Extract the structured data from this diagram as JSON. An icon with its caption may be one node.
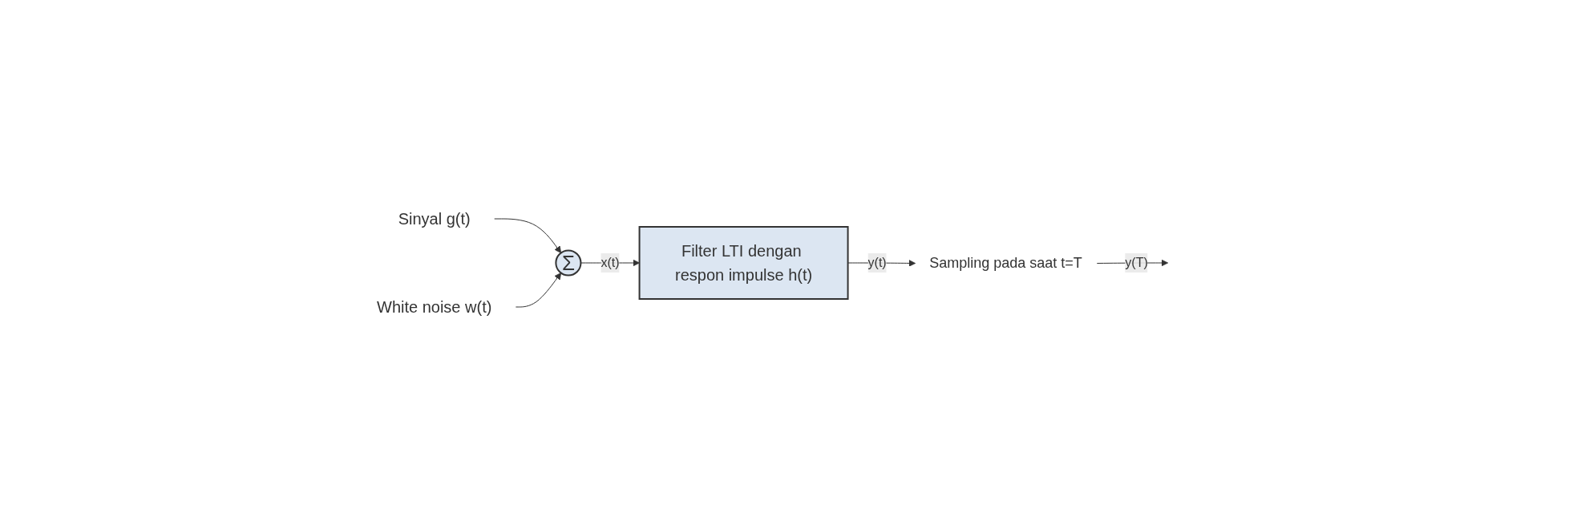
{
  "diagram": {
    "nodes": [
      {
        "text": [
          "Sinyal g(t)"
        ]
      },
      {
        "text": [
          "Σ"
        ]
      },
      {
        "text": [
          "White noise w(t)"
        ]
      },
      {
        "text": [
          "Filter LTI dengan respon impulse h(t)"
        ]
      },
      {
        "text": [],
        "shape": "switch",
        "beside": [
          "Sampling pada saat t=T"
        ]
      }
    ],
    "edges": [
      {
        "from": 0,
        "to": 1,
        "arrow": "to"
      },
      {
        "from": 2,
        "to": 1,
        "arrow": "to"
      },
      {
        "from": 1,
        "to": 3,
        "label": "x(t)",
        "arrow": "to"
      },
      {
        "from": 3,
        "to": 4,
        "label": "y(t)",
        "arrow": "to"
      },
      {
        "from": 4,
        "to": null,
        "label": "y(T)",
        "arrow": "to"
      }
    ]
  }
}
